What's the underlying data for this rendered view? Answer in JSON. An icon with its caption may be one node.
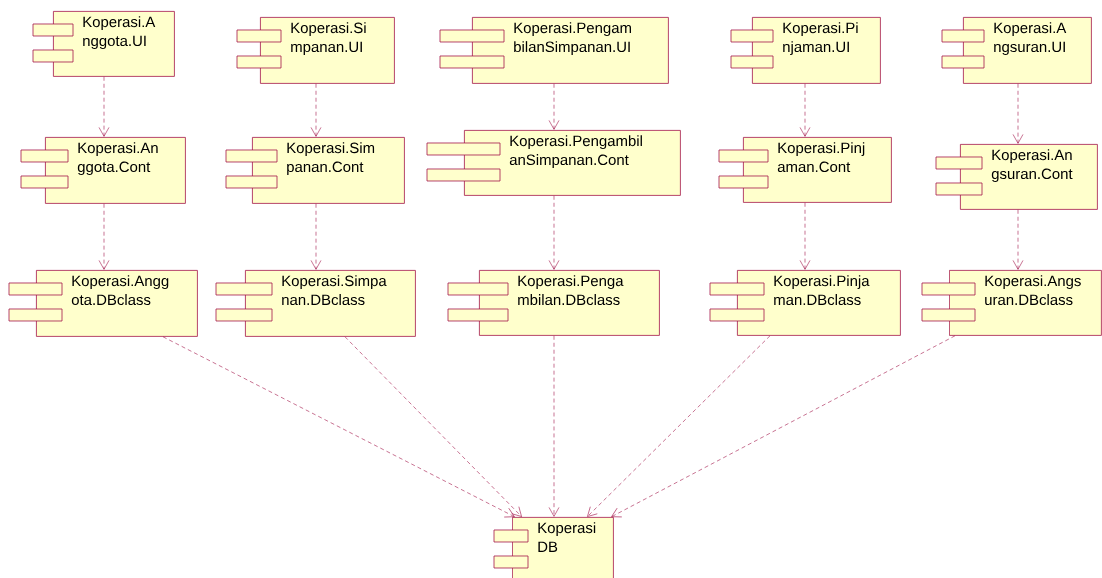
{
  "diagram": {
    "nodes": [
      {
        "text": [
          "Koperasi.A nggota.UI"
        ]
      },
      {
        "text": [
          "Koperasi.Si mpanan.UI"
        ]
      },
      {
        "text": [
          "Koperasi.Pengam bilanSimpanan.UI"
        ]
      },
      {
        "text": [
          "Koperasi.Pi njaman.UI"
        ]
      },
      {
        "text": [
          "Koperasi.A ngsuran.UI"
        ]
      },
      {
        "text": [
          "Koperasi.An ggota.Cont"
        ]
      },
      {
        "text": [
          "Koperasi.Sim panan.Cont"
        ]
      },
      {
        "text": [
          "Koperasi.Pengambil anSimpanan.Cont"
        ]
      },
      {
        "text": [
          "Koperasi.Pinj aman.Cont"
        ]
      },
      {
        "text": [
          "Koperasi.An gsuran.Cont"
        ]
      },
      {
        "text": [
          "Koperasi.Angg ota.DBclass"
        ]
      },
      {
        "text": [
          "Koperasi.Simpa nan.DBclass"
        ]
      },
      {
        "text": [
          "Koperasi.Penga mbilan.DBclass"
        ]
      },
      {
        "text": [
          "Koperasi.Pinja man.DBclass"
        ]
      },
      {
        "text": [
          "Koperasi.Angs uran.DBclass"
        ]
      },
      {
        "text": [
          "Koperasi DB"
        ]
      }
    ],
    "edges": [
      {
        "from": 0,
        "to": 5,
        "arrow": "to"
      },
      {
        "from": 1,
        "to": 6,
        "arrow": "to"
      },
      {
        "from": 2,
        "to": 7,
        "arrow": "to"
      },
      {
        "from": 3,
        "to": 8,
        "arrow": "to"
      },
      {
        "from": 4,
        "to": 9,
        "arrow": "to"
      },
      {
        "from": 5,
        "to": 10,
        "arrow": "to"
      },
      {
        "from": 6,
        "to": 11,
        "arrow": "to"
      },
      {
        "from": 7,
        "to": 12,
        "arrow": "to"
      },
      {
        "from": 8,
        "to": 13,
        "arrow": "to"
      },
      {
        "from": 9,
        "to": 14,
        "arrow": "to"
      },
      {
        "from": 10,
        "to": 15,
        "arrow": "to"
      },
      {
        "from": 11,
        "to": 15,
        "arrow": "to"
      },
      {
        "from": 12,
        "to": 15,
        "arrow": "to"
      },
      {
        "from": 13,
        "to": 15,
        "arrow": "to"
      },
      {
        "from": 14,
        "to": 15,
        "arrow": "to"
      }
    ]
  }
}
